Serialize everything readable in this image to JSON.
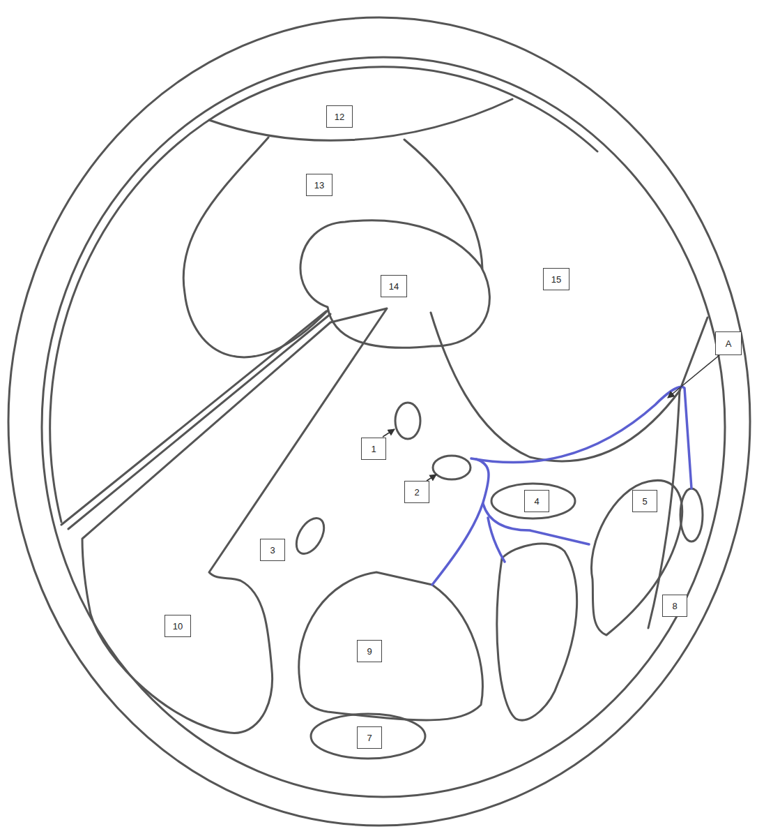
{
  "diagram": {
    "labels": [
      "12",
      "13",
      "15",
      "14",
      "A",
      "1",
      "2",
      "4",
      "5",
      "3",
      "8",
      "10",
      "9",
      "7"
    ]
  }
}
